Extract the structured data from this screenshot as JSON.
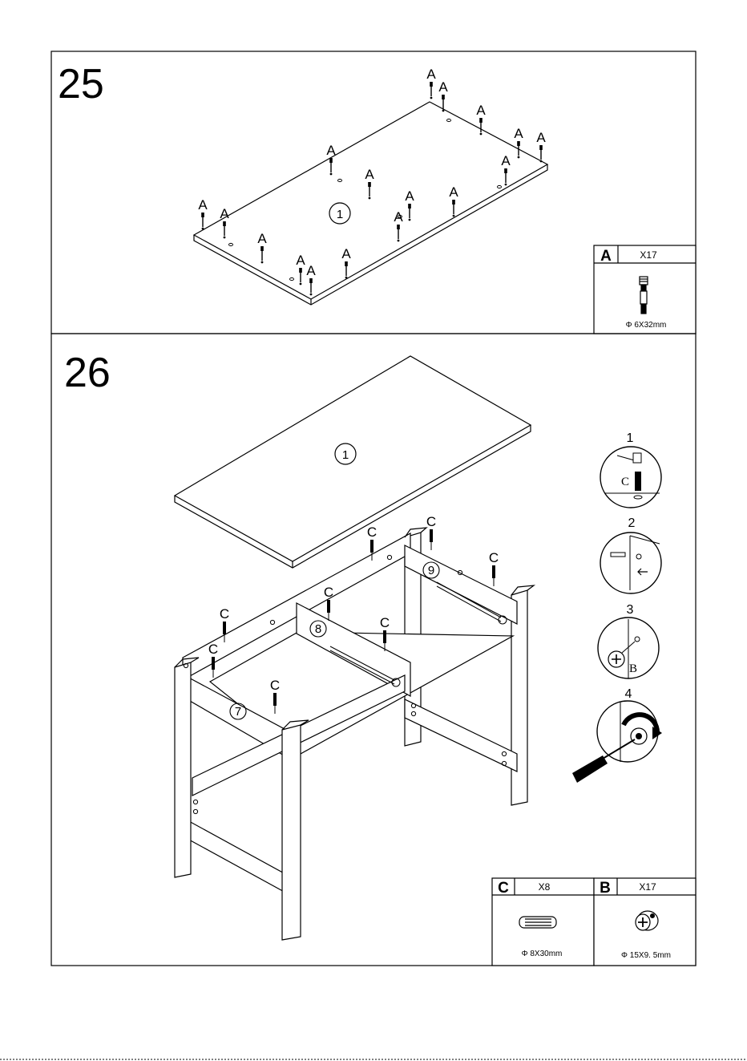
{
  "steps": [
    {
      "number": "25",
      "panel_label": "1",
      "hardware_callout": "A",
      "hardware": {
        "letter": "A",
        "qty": "X17",
        "size": "Φ 6X32mm",
        "icon": "cam-bolt-icon"
      }
    },
    {
      "number": "26",
      "panel_labels": [
        "1",
        "7",
        "8",
        "9"
      ],
      "dowel_callout": "C",
      "detail_steps": [
        {
          "num": "1",
          "tag": "C"
        },
        {
          "num": "2",
          "tag": ""
        },
        {
          "num": "3",
          "tag": "B"
        },
        {
          "num": "4",
          "tag": ""
        }
      ],
      "hardware": [
        {
          "letter": "C",
          "qty": "X8",
          "size": "Φ 8X30mm",
          "icon": "wood-dowel-icon"
        },
        {
          "letter": "B",
          "qty": "X17",
          "size": "Φ 15X9. 5mm",
          "icon": "cam-lock-icon"
        }
      ]
    }
  ]
}
